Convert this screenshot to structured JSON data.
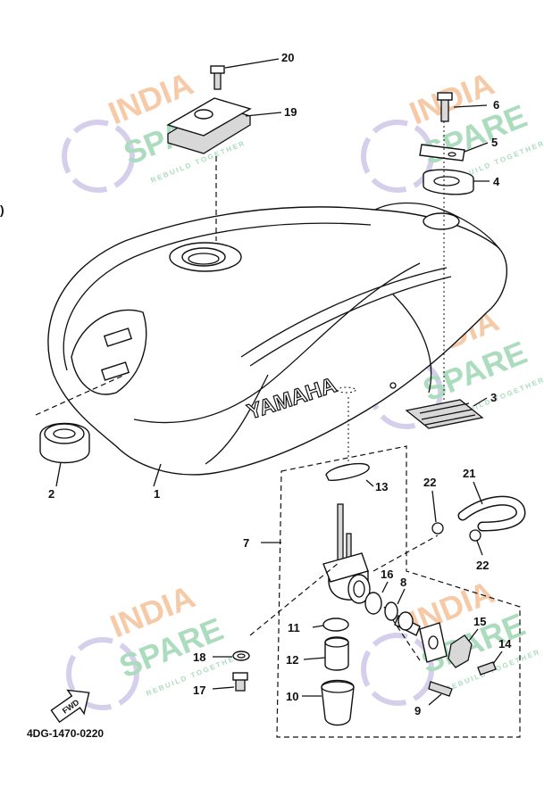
{
  "drawing_code": "4DG-1470-0220",
  "brand_text": "YAMAHA",
  "fwd_label": "FWD",
  "watermark": {
    "line1": "INDIA",
    "line2": "SPARE",
    "tagline": "REBUILD TOGETHER",
    "color_india": "#f5b98a",
    "color_spare": "#8fd0a8",
    "color_icon": "#c8bfe6"
  },
  "callouts": [
    {
      "id": "c1",
      "text": "1"
    },
    {
      "id": "c2",
      "text": "2"
    },
    {
      "id": "c3",
      "text": "3"
    },
    {
      "id": "c4",
      "text": "4"
    },
    {
      "id": "c5",
      "text": "5"
    },
    {
      "id": "c6",
      "text": "6"
    },
    {
      "id": "c7",
      "text": "7"
    },
    {
      "id": "c8",
      "text": "8"
    },
    {
      "id": "c9",
      "text": "9"
    },
    {
      "id": "c10",
      "text": "10"
    },
    {
      "id": "c11",
      "text": "11"
    },
    {
      "id": "c12",
      "text": "12"
    },
    {
      "id": "c13",
      "text": "13"
    },
    {
      "id": "c14",
      "text": "14"
    },
    {
      "id": "c15",
      "text": "15"
    },
    {
      "id": "c16",
      "text": "16"
    },
    {
      "id": "c17",
      "text": "17"
    },
    {
      "id": "c18",
      "text": "18"
    },
    {
      "id": "c19",
      "text": "19"
    },
    {
      "id": "c20",
      "text": "20"
    },
    {
      "id": "c21",
      "text": "21"
    },
    {
      "id": "c22a",
      "text": "22"
    },
    {
      "id": "c22b",
      "text": "22"
    }
  ]
}
